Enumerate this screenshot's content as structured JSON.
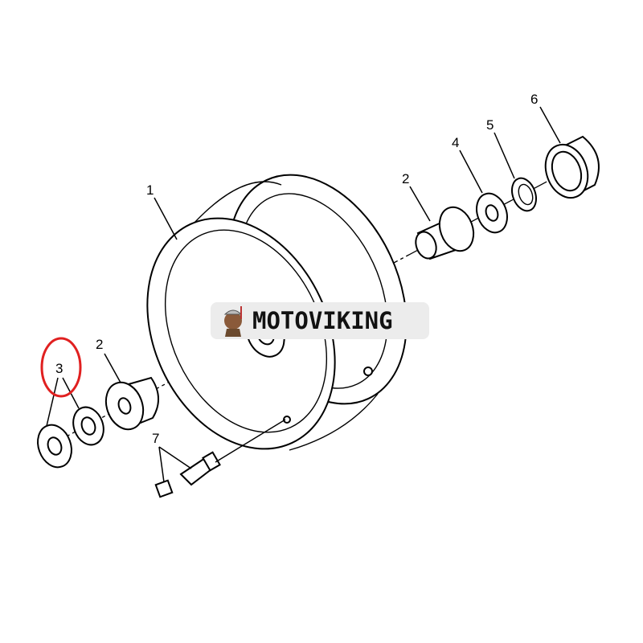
{
  "diagram": {
    "callouts": [
      {
        "id": "part-1",
        "label": "1"
      },
      {
        "id": "part-2-left",
        "label": "2"
      },
      {
        "id": "part-3",
        "label": "3"
      },
      {
        "id": "part-2-right",
        "label": "2"
      },
      {
        "id": "part-4",
        "label": "4"
      },
      {
        "id": "part-5",
        "label": "5"
      },
      {
        "id": "part-6",
        "label": "6"
      },
      {
        "id": "part-7",
        "label": "7"
      }
    ],
    "highlight_color": "#e02020"
  },
  "watermark": {
    "text": "MOTOVIKING"
  }
}
